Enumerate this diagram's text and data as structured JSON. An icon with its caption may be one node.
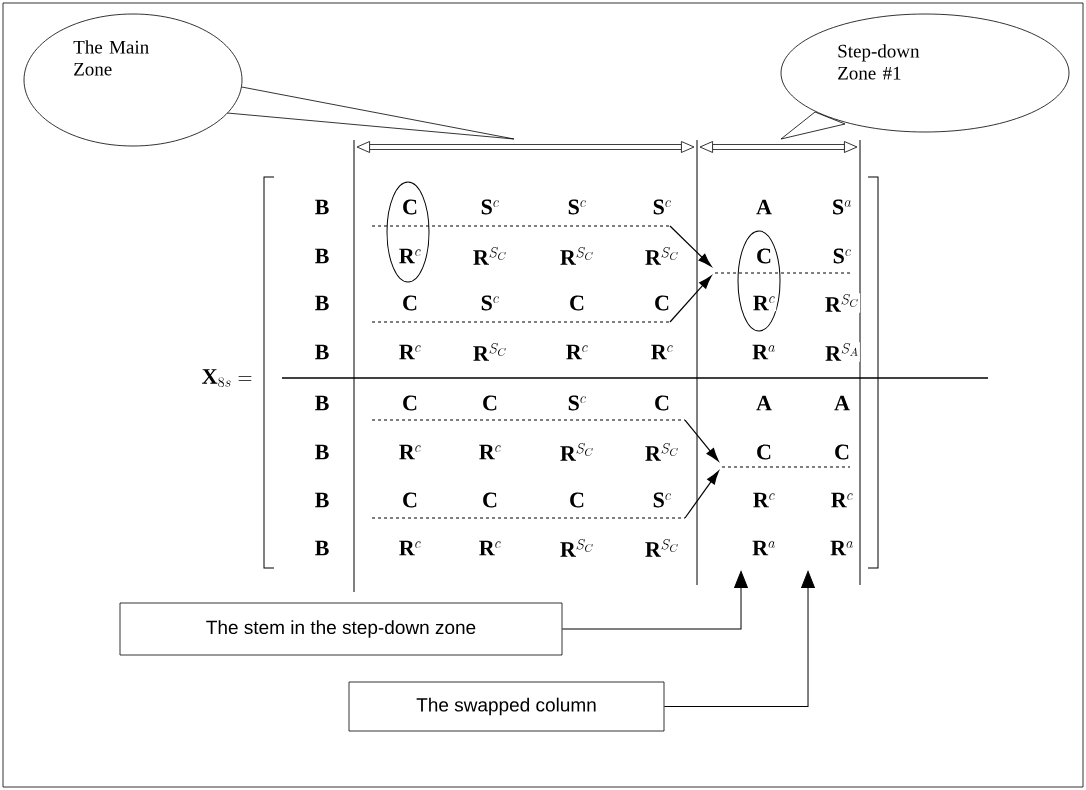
{
  "diagram": {
    "nodes": [
      {
        "text": [
          "The Main Zone"
        ]
      },
      {
        "text": [
          "Step-down Zone #1"
        ]
      },
      {
        "text": [
          "The stem in the step-down zone"
        ]
      },
      {
        "text": [
          "The swapped column"
        ]
      }
    ],
    "edges": [
      {
        "from": 2,
        "to": null,
        "arrow": "to"
      },
      {
        "from": 3,
        "to": null,
        "arrow": "to"
      }
    ],
    "labels": [
      "\\mathbf{X}_{8s} =",
      "\\mathbf{B}",
      "\\mathbf{C}",
      "\\mathbf{S}^{c}",
      "\\mathbf{S}^{c}",
      "\\mathbf{S}^{c}",
      "\\mathbf{A}",
      "\\mathbf{S}^{a}",
      "\\mathbf{B}",
      "\\mathbf{R}^{c}",
      "\\mathbf{R}^{S_C}",
      "\\mathbf{R}^{S_C}",
      "\\mathbf{R}^{S_C}",
      "\\mathbf{C}",
      "\\mathbf{S}^{c}",
      "\\mathbf{B}",
      "\\mathbf{C}",
      "\\mathbf{S}^{c}",
      "\\mathbf{C}",
      "\\mathbf{C}",
      "\\mathbf{R}^{c}",
      "\\mathbf{R}^{S_C}",
      "\\mathbf{B}",
      "\\mathbf{R}^{c}",
      "\\mathbf{R}^{S_C}",
      "\\mathbf{R}^{c}",
      "\\mathbf{R}^{c}",
      "\\mathbf{R}^{a}",
      "\\mathbf{R}^{S_A}",
      "\\mathbf{B}",
      "\\mathbf{C}",
      "\\mathbf{C}",
      "\\mathbf{S}^{c}",
      "\\mathbf{C}",
      "\\mathbf{A}",
      "\\mathbf{A}",
      "\\mathbf{B}",
      "\\mathbf{R}^{c}",
      "\\mathbf{R}^{c}",
      "\\mathbf{R}^{S_C}",
      "\\mathbf{R}^{S_C}",
      "\\mathbf{C}",
      "\\mathbf{C}",
      "\\mathbf{B}",
      "\\mathbf{C}",
      "\\mathbf{C}",
      "\\mathbf{C}",
      "\\mathbf{S}^{c}",
      "\\mathbf{R}^{c}",
      "\\mathbf{R}^{c}",
      "\\mathbf{B}",
      "\\mathbf{R}^{c}",
      "\\mathbf{R}^{c}",
      "\\mathbf{R}^{S_C}",
      "\\mathbf{R}^{S_C}",
      "\\mathbf{R}^{a}",
      "\\mathbf{R}^{a}"
    ]
  }
}
